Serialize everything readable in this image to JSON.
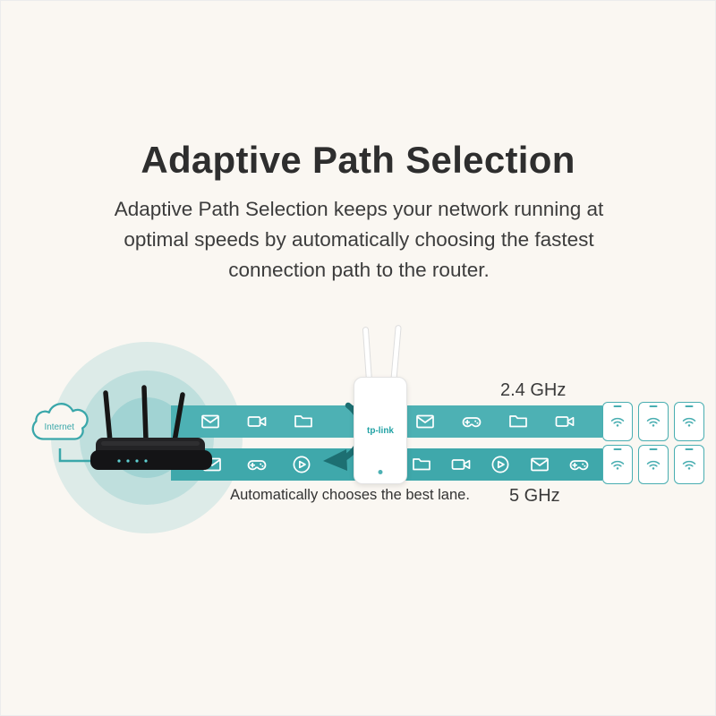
{
  "title": "Adaptive Path Selection",
  "subtitle": "Adaptive Path Selection keeps your network running at optimal speeds by automatically choosing the fastest connection path to the router.",
  "diagram": {
    "internet_label": "Internet",
    "caption": "Automatically chooses the best lane.",
    "extender_brand": "tp-link",
    "lanes": [
      {
        "label": "2.4 GHz",
        "icons_left": [
          "mail-icon",
          "video-icon",
          "folder-icon"
        ],
        "icons_right": [
          "mail-icon",
          "game-controller-icon",
          "folder-icon",
          "video-icon"
        ]
      },
      {
        "label": "5 GHz",
        "icons_left": [
          "mail-icon",
          "game-controller-icon",
          "play-icon"
        ],
        "icons_right": [
          "folder-icon",
          "video-icon",
          "play-icon",
          "mail-icon",
          "game-controller-icon"
        ]
      }
    ],
    "devices": {
      "rows": 2,
      "cols": 3,
      "icon": "wifi-icon"
    }
  },
  "colors": {
    "background": "#faf7f2",
    "lane_top": "#4db1b4",
    "lane_bottom": "#3fa8ab",
    "accent": "#3aa7aa",
    "arrow": "#1d6f72",
    "text": "#3a3a3a"
  }
}
